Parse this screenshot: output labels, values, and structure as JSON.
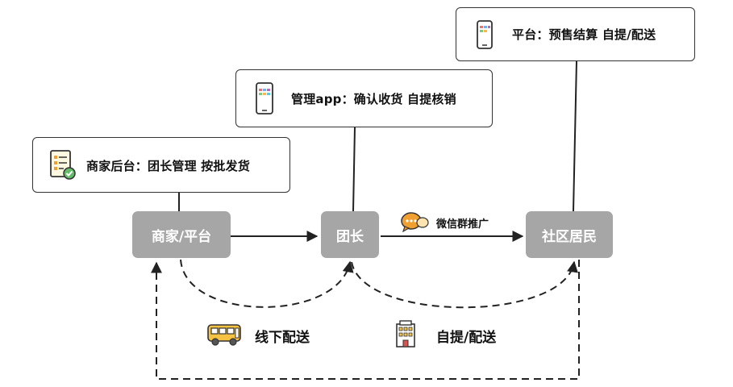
{
  "callouts": {
    "platform_settlement": "平台：预售结算 自提/配送",
    "management_app": "管理app：确认收货 自提核销",
    "merchant_backend": "商家后台：团长管理 按批发货"
  },
  "nodes": {
    "merchant_platform": "商家/平台",
    "group_leader": "团长",
    "community_residents": "社区居民"
  },
  "labels": {
    "wechat_promotion": "微信群推广",
    "offline_delivery": "线下配送",
    "pickup_delivery": "自提/配送"
  },
  "colors": {
    "node_fill": "#a6a6a6",
    "line": "#222222",
    "bus_yellow": "#f5c242",
    "chat_orange": "#f0a030",
    "building_red": "#d9534f"
  },
  "icons": {
    "platform_settlement": "phone-icon",
    "management_app": "phone-icon",
    "merchant_backend": "checklist-icon",
    "wechat_promotion": "chat-bubble-icon",
    "offline_delivery": "bus-icon",
    "pickup_delivery": "building-icon"
  }
}
